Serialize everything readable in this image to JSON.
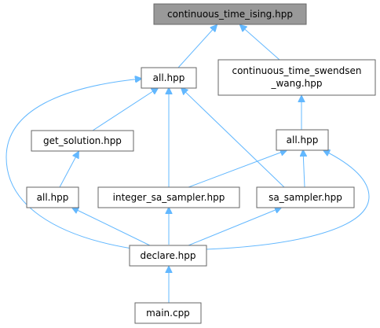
{
  "graph": {
    "colors": {
      "edge": "#63b8ff",
      "node_border": "#666666",
      "node_fill": "#ffffff",
      "highlight_fill": "#999999"
    },
    "nodes": {
      "continuous_time_ising": {
        "lines": [
          "continuous_time_ising.hpp"
        ],
        "highlight": true
      },
      "all_top": {
        "lines": [
          "all.hpp"
        ]
      },
      "ct_swendsen_wang": {
        "lines": [
          "continuous_time_swendsen",
          "_wang.hpp"
        ]
      },
      "get_solution": {
        "lines": [
          "get_solution.hpp"
        ]
      },
      "all_mid": {
        "lines": [
          "all.hpp"
        ]
      },
      "all_left": {
        "lines": [
          "all.hpp"
        ]
      },
      "integer_sa_sampler": {
        "lines": [
          "integer_sa_sampler.hpp"
        ]
      },
      "sa_sampler": {
        "lines": [
          "sa_sampler.hpp"
        ]
      },
      "declare": {
        "lines": [
          "declare.hpp"
        ]
      },
      "main": {
        "lines": [
          "main.cpp"
        ]
      }
    },
    "edges": [
      {
        "from": "all_top",
        "to": "continuous_time_ising"
      },
      {
        "from": "ct_swendsen_wang",
        "to": "continuous_time_ising"
      },
      {
        "from": "get_solution",
        "to": "all_top"
      },
      {
        "from": "integer_sa_sampler",
        "to": "all_top"
      },
      {
        "from": "sa_sampler",
        "to": "all_top"
      },
      {
        "from": "declare",
        "to": "all_top"
      },
      {
        "from": "all_mid",
        "to": "ct_swendsen_wang"
      },
      {
        "from": "all_left",
        "to": "get_solution"
      },
      {
        "from": "integer_sa_sampler",
        "to": "all_mid"
      },
      {
        "from": "sa_sampler",
        "to": "all_mid"
      },
      {
        "from": "declare",
        "to": "all_mid"
      },
      {
        "from": "declare",
        "to": "all_left"
      },
      {
        "from": "declare",
        "to": "integer_sa_sampler"
      },
      {
        "from": "declare",
        "to": "sa_sampler"
      },
      {
        "from": "main",
        "to": "declare"
      }
    ]
  }
}
